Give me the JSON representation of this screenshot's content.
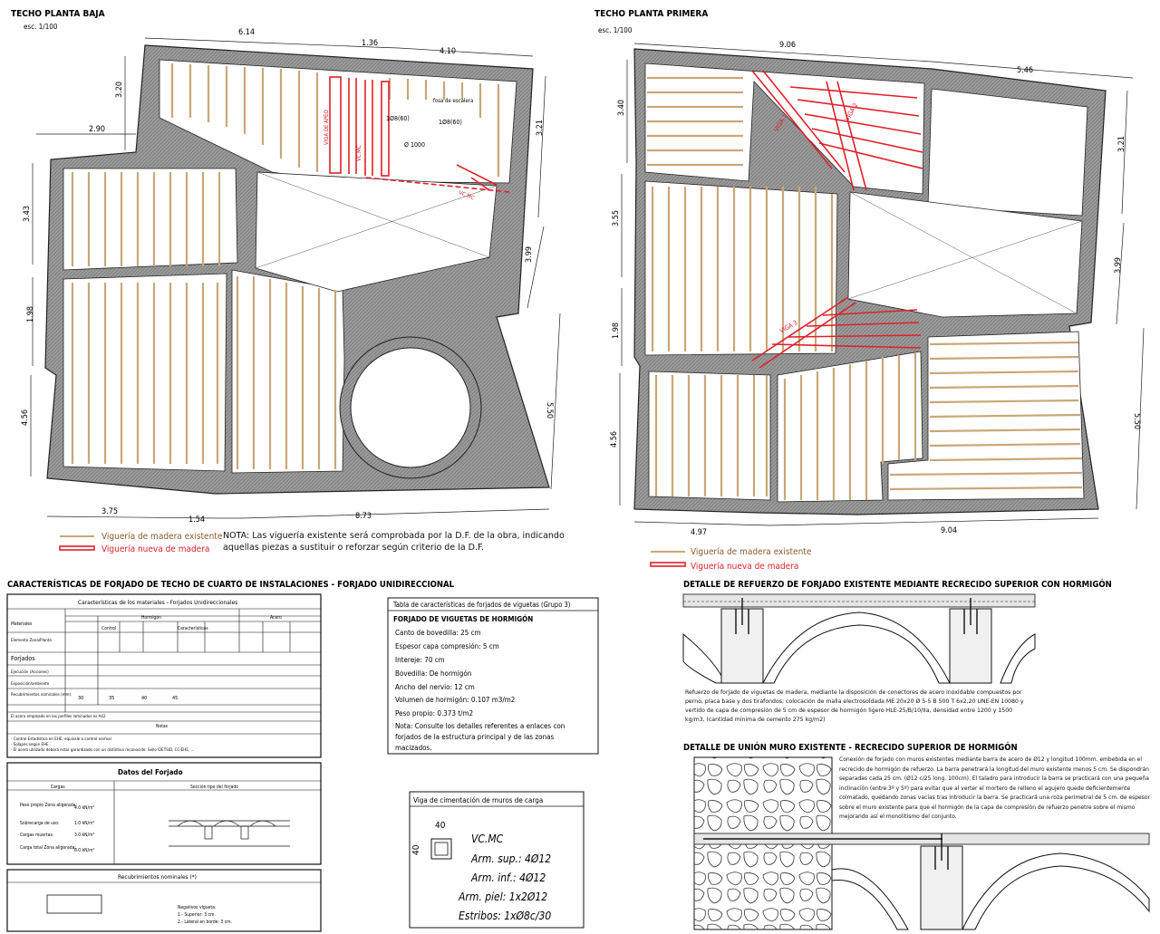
{
  "plan_ground": {
    "title": "TECHO PLANTA BAJA",
    "scale": "esc. 1/100",
    "dims": [
      "6.14",
      "1.36",
      "4.10",
      "2.90",
      "3.20",
      "3.21",
      "3.43",
      "3.99",
      "1.98",
      "4.56",
      "5.50",
      "3.75",
      "1.54",
      "8.73"
    ],
    "labels": [
      "VIGA DE APEO",
      "VC.MC",
      "VC.MC",
      "1Ø8(60)",
      "1Ø8(60)",
      "Ø 1000",
      "fosa de escalera"
    ]
  },
  "plan_first": {
    "title": "TECHO PLANTA PRIMERA",
    "scale": "esc. 1/100",
    "dims": [
      "9.06",
      "5.46",
      "3.40",
      "3.21",
      "3.55",
      "3.99",
      "1.98",
      "4.56",
      "5.50",
      "4.97",
      "9.04"
    ],
    "labels": [
      "VIGA 1",
      "VIGA 2",
      "VIGA 3"
    ]
  },
  "legend": {
    "existing": "Viguería de madera existente",
    "new": "Viguería nueva de madera",
    "note": "NOTA: Las viguería existente será comprobada por la D.F. de la obra, indicando aquellas piezas a sustituir o reforzar según criterio de la D.F."
  },
  "legend2": {
    "existing": "Viguería de madera existente",
    "new": "Viguería nueva de madera"
  },
  "characteristics": {
    "title": "CARACTERÍSTICAS DE FORJADO DE TECHO DE CUARTO DE INSTALACIONES - FORJADO UNIDIRECCIONAL",
    "table_title": "Características de los materiales - Forjados Unidireccionales",
    "hormigon": "Hormigón",
    "acero": "Acero",
    "materiales": "Materiales",
    "control": "Control",
    "caracteristicas": "Características",
    "elemento": "Elemento Zona/Planta",
    "forjados": "Forjados",
    "ejecucion": "Ejecución (Acciones)",
    "exposicion": "Exposición/ambiente",
    "recubrimientos": "Recubrimientos nominales (mm)",
    "recub_values": [
      "30",
      "35",
      "40",
      "45"
    ],
    "acero_note": "El acero empleado en los perfiles laminados es A42",
    "notas": "Notas",
    "notes": [
      "- Control Estadístico en EHE, equivale a control normal",
      "- Solapes según EHE",
      "- El acero utilizado deberá estar garantizado con un distintivo reconocido: Sello CIETSID, CC-EHE, ..."
    ],
    "datos_title": "Datos del Forjado",
    "cargas": "Cargas",
    "seccion": "Sección tipo del forjado",
    "loads": [
      {
        "label": "Peso propio\nZona aligerada:",
        "value": "4.0 kN/m²"
      },
      {
        "label": "Sobrecarga de uso:",
        "value": "1.0 kN/m²"
      },
      {
        "label": "Cargas muertas:",
        "value": "3.0 kN/m²"
      },
      {
        "label": "Carga total\nZona aligerada:",
        "value": "8.0 kN/m²"
      }
    ],
    "recub_title": "Recubrimientos nominales (*)",
    "recub_note": [
      "Negativos vigueta:",
      "1.- Superior: 3 cm.",
      "2.- Lateral en borde: 3 cm."
    ]
  },
  "viguetas": {
    "header": "Tabla de características de forjados de viguetas (Grupo 3)",
    "title": "FORJADO DE VIGUETAS DE HORMIGÓN",
    "lines": [
      "Canto de bovedilla: 25 cm",
      "Espesor capa compresión: 5 cm",
      "Intereje: 70 cm",
      "Bovedilla: De hormigón",
      "Ancho del nervio: 12 cm",
      "Volumen de hormigón: 0.107 m3/m2",
      "Peso propio: 0.373 t/m2",
      "Nota: Consulte los detalles referentes a enlaces con",
      "forjados de la estructura principal y de las zonas",
      "macizados."
    ]
  },
  "viga_cim": {
    "title": "Viga de cimentación de muros de carga",
    "w": "40",
    "h": "40",
    "name": "VC.MC",
    "lines": [
      "Arm. sup.: 4Ø12",
      "Arm. inf.: 4Ø12",
      "Arm. piel: 1x2Ø12",
      "Estribos: 1xØ8c/30"
    ]
  },
  "detail1": {
    "title": "DETALLE DE REFUERZO DE FORJADO EXISTENTE MEDIANTE RECRECIDO SUPERIOR CON HORMIGÓN",
    "text": "Refuerzo de forjado de viguetas de madera, mediante la disposición de conectores de acero inoxidable compuestos por perno, placa base y dos tirafondos; colocación de malla electrosoldada ME 20x20 Ø 5-5 B 500 T 6x2,20 UNE-EN 10080 y vertido de capa de compresión de 5 cm de espesor de hormigón ligero HLE-25/B/10/IIa, densidad entre 1200 y 1500 kg/m3, (cantidad mínima de cemento 275 kg/m2)"
  },
  "detail2": {
    "title": "DETALLE DE UNIÓN MURO EXISTENTE - RECRECIDO SUPERIOR DE HORMIGÓN",
    "text": "Conexión de forjado con muros existentes mediante barra de acero de Ø12 y longitud 100mm. embebida en el recrecido de hormigón de refuerzo. La barra penetrará la longitud del muro existente menos 5 cm. Se dispondrán separadas cada 25 cm. (Ø12 c/25 long. 100cm). El taladro para introducir la barra se practicará con una pequeña inclinación (entre 3º y 5º) para evitar que al verter el mortero de relleno el agujero quede deficientemente colmatado, quedando zonas vacías tras introducir la barra. Se practicará una roza perimetral de 5 cm. de espesor sobre el muro existente para que el hormigón de la capa de compresión de refuerzo penetre sobre el mismo mejorando así el monolitismo del conjunto."
  },
  "colors": {
    "existing": "#c8a878",
    "new": "#e0202a",
    "wall": "#8a8a8a"
  }
}
